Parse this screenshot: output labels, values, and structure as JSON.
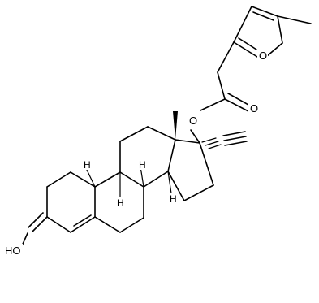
{
  "molecule": {
    "atoms": {
      "ring_oxygen": "O",
      "ester_oxygen": "O",
      "carbonyl_oxygen": "O",
      "h8": "H",
      "h9": "H",
      "h10": "H",
      "h14": "H",
      "oxime": "HO"
    }
  }
}
